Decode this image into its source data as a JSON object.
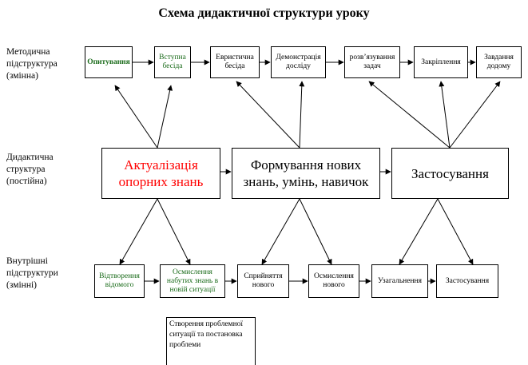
{
  "title": "Схема дидактичної структури уроку",
  "row_labels": {
    "methodical": [
      "Методична",
      "підструктура",
      "(змінна)"
    ],
    "didactic": [
      "Дидактична",
      "структура",
      "(постійна)"
    ],
    "internal": [
      "Внутрішні",
      "підструктури",
      "(змінні)"
    ]
  },
  "methodical_boxes": [
    {
      "label": "Опитування"
    },
    {
      "label": "Вступна бесіда"
    },
    {
      "label": "Евристична бесіда"
    },
    {
      "label": "Демонстрація досліду"
    },
    {
      "label": "розв’язування задач"
    },
    {
      "label": "Закріплення"
    },
    {
      "label": "Завдання додому"
    }
  ],
  "didactic_boxes": [
    {
      "label": "Актуалізація опорних знань"
    },
    {
      "label": "Формування нових знань, умінь, навичок"
    },
    {
      "label": "Застосування"
    }
  ],
  "internal_boxes": [
    {
      "label": "Відтворення відомого"
    },
    {
      "label": "Осмислення набутих знань в новій ситуації"
    },
    {
      "label": "Сприйняття нового"
    },
    {
      "label": "Осмислення нового"
    },
    {
      "label": "Узагальнення"
    },
    {
      "label": "Застосування"
    }
  ],
  "extra_box": {
    "label": "Створення проблемної ситуації та постановка проблеми"
  },
  "colors": {
    "red_text": "#ff0000",
    "green_text": "#1a6b1a",
    "line": "#000000"
  }
}
